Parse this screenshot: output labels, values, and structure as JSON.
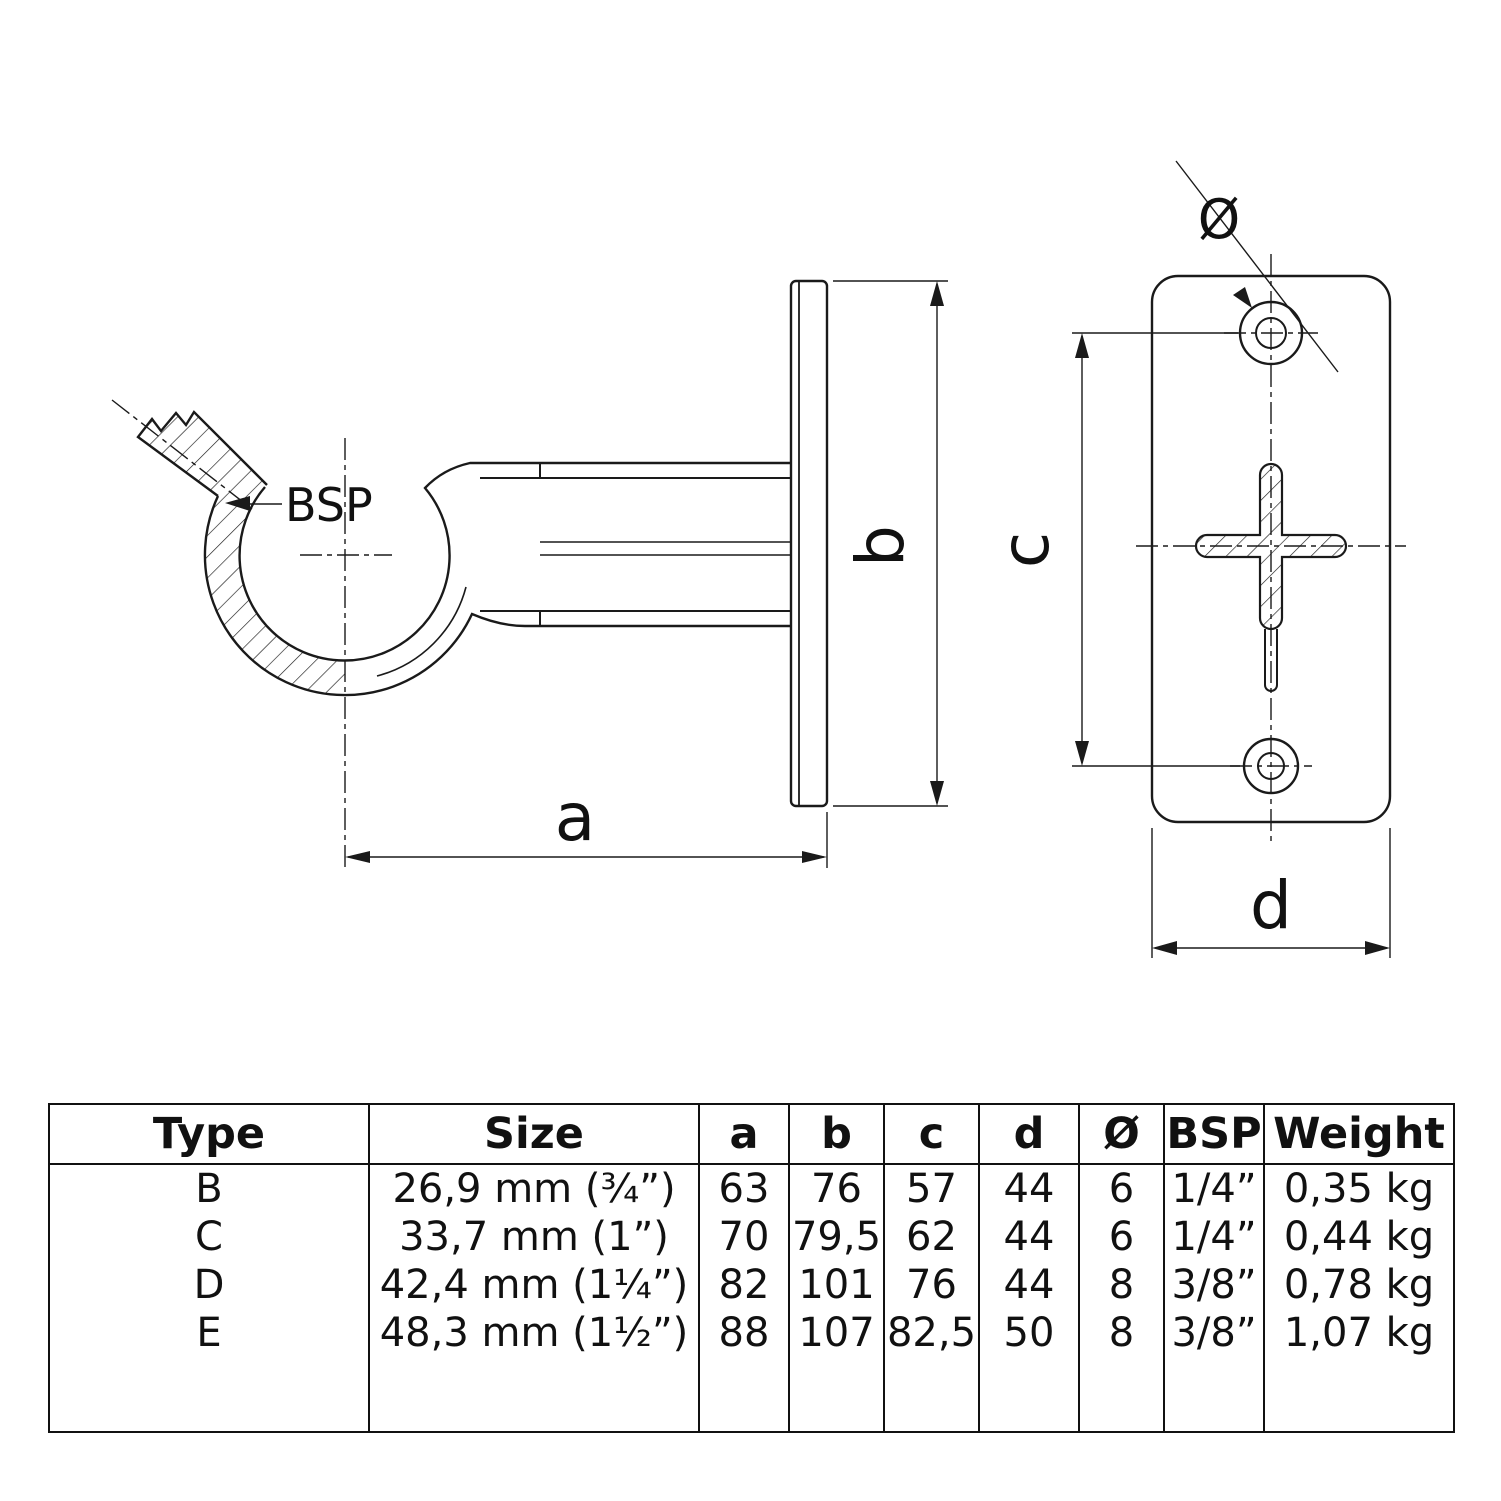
{
  "drawing": {
    "labels": {
      "bsp": "BSP",
      "a": "a",
      "b": "b",
      "c": "c",
      "d": "d",
      "diameter": "Ø"
    }
  },
  "table": {
    "headers": [
      "Type",
      "Size",
      "a",
      "b",
      "c",
      "d",
      "Ø",
      "BSP",
      "Weight"
    ],
    "rows": [
      [
        "B",
        "26,9 mm (¾”)",
        "63",
        "76",
        "57",
        "44",
        "6",
        "1/4”",
        "0,35 kg"
      ],
      [
        "C",
        "33,7 mm (1”)",
        "70",
        "79,5",
        "62",
        "44",
        "6",
        "1/4”",
        "0,44 kg"
      ],
      [
        "D",
        "42,4 mm (1¼”)",
        "82",
        "101",
        "76",
        "44",
        "8",
        "3/8”",
        "0,78 kg"
      ],
      [
        "E",
        "48,3 mm (1½”)",
        "88",
        "107",
        "82,5",
        "50",
        "8",
        "3/8”",
        "1,07 kg"
      ]
    ]
  }
}
